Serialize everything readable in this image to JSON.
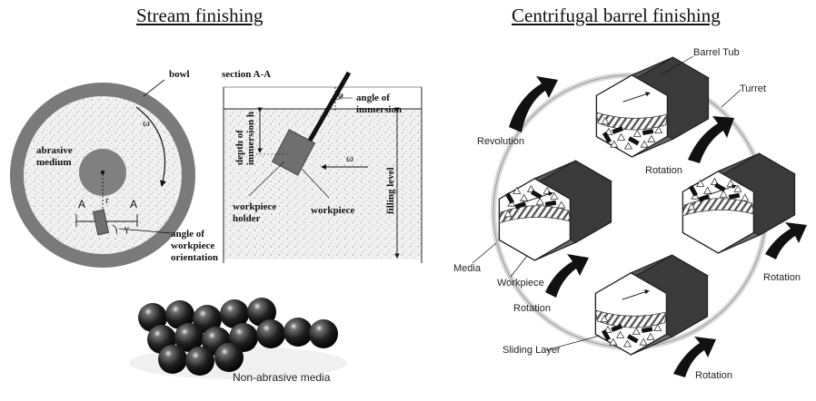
{
  "stream": {
    "title": "Stream finishing",
    "bowl_label": "bowl",
    "abrasive_line1": "abrasive",
    "abrasive_line2": "medium",
    "omega": "ω",
    "label_A": "A",
    "label_r": "r",
    "label_gamma": "γ",
    "orientation_line1": "angle of",
    "orientation_line2": "workpiece",
    "orientation_line3": "orientation",
    "section_label": "section A-A",
    "immersion_angle_line1": "angle of",
    "immersion_angle_line2": "immersion",
    "phi": "φ",
    "depth_line1": "depth of",
    "depth_line2": "immersion h",
    "holder_line1": "workpiece",
    "holder_line2": "holder",
    "workpiece_label": "workpiece",
    "filling_level": "filling level",
    "media_caption": "Non-abrasive media"
  },
  "barrel": {
    "title": "Centrifugal barrel finishing",
    "barrel_tub": "Barrel Tub",
    "turret": "Turret",
    "revolution": "Revolution",
    "rotation": "Rotation",
    "media": "Media",
    "workpiece": "Workpiece",
    "sliding_layer": "Sliding Layer"
  },
  "colors": {
    "bowl_ring": "#7a7a7a",
    "tub_side": "#6a6a6a",
    "tub_dark": "#3a3a3a",
    "arrow": "#111111",
    "ball": "#1a1a1a"
  }
}
